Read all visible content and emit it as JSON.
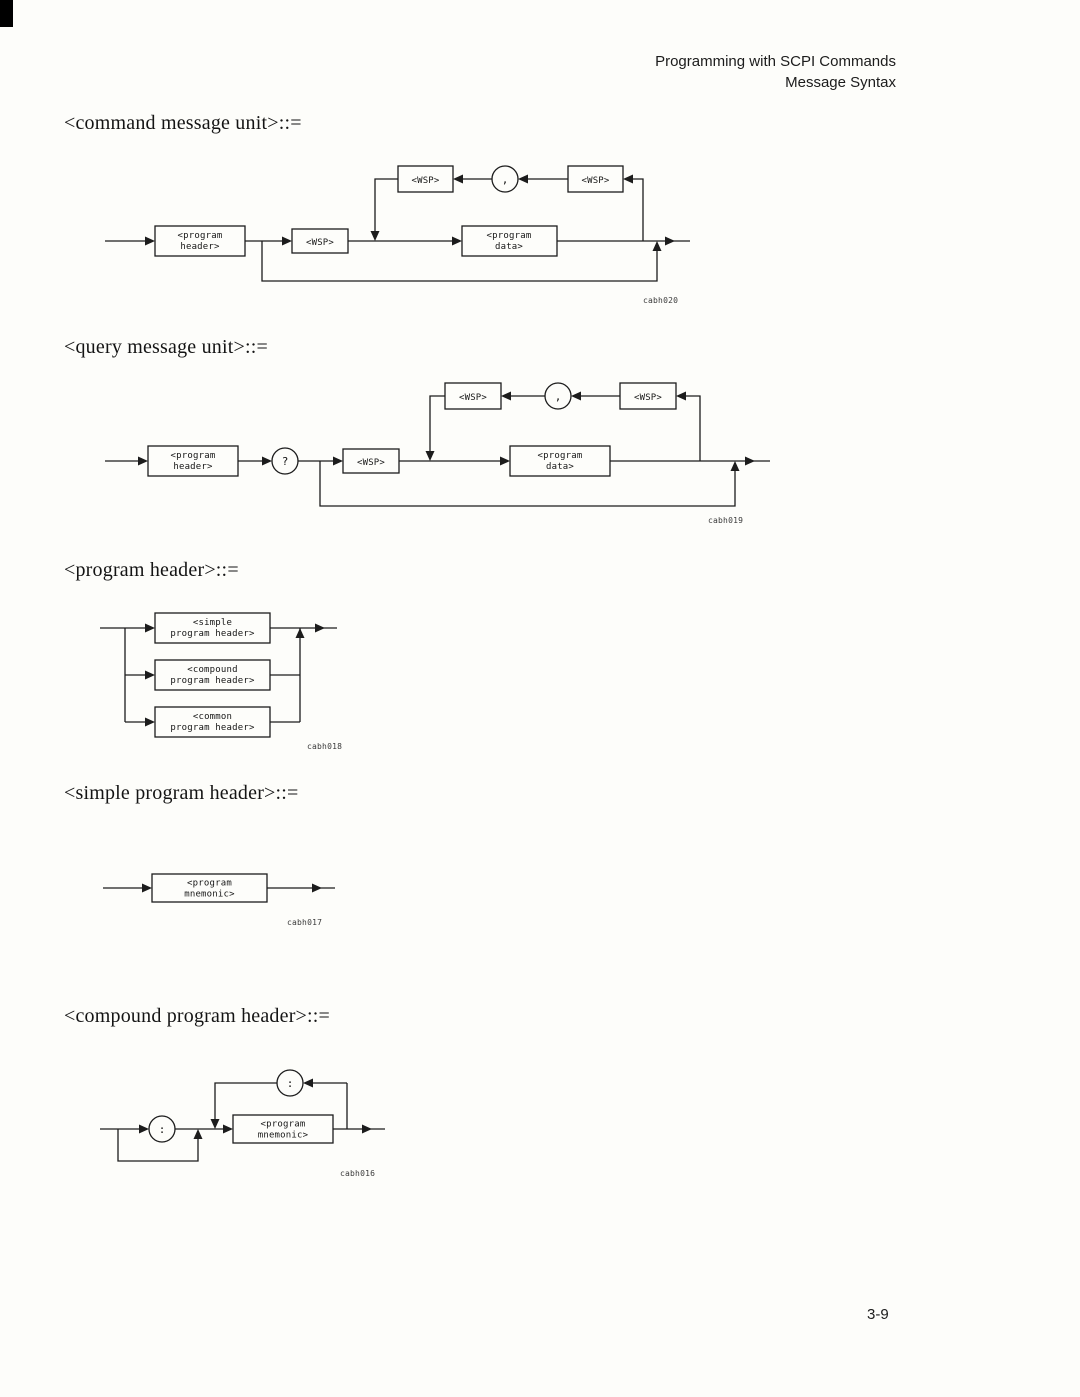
{
  "page_header": {
    "line1": "Programming with SCPI Commands",
    "line2": "Message Syntax"
  },
  "footer": {
    "page_number": "3-9"
  },
  "sections": [
    {
      "heading": "<command message unit>::=",
      "caption": "cabh020"
    },
    {
      "heading": "<query message unit>::=",
      "caption": "cabh019"
    },
    {
      "heading": "<program header>::=",
      "caption": "cabh018"
    },
    {
      "heading": "<simple program header>::=",
      "caption": "cabh017"
    },
    {
      "heading": "<compound program header>::=",
      "caption": "cabh016"
    }
  ],
  "labels": {
    "program_header_1": "<program",
    "program_header_2": "header>",
    "wsp": "<WSP>",
    "program_data_1": "<program",
    "program_data_2": "data>",
    "comma": ",",
    "question_mark": "?",
    "colon": ":",
    "simple_1": "<simple",
    "simple_2": "program header>",
    "compound_1": "<compound",
    "compound_2": "program header>",
    "common_1": "<common",
    "common_2": "program header>",
    "program_mnemonic_1": "<program",
    "program_mnemonic_2": "mnemonic>"
  }
}
